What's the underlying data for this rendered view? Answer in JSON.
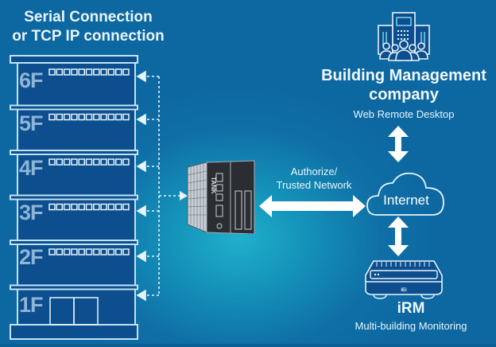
{
  "left_title": {
    "line1": "Serial Connection",
    "line2": "or TCP IP connection"
  },
  "building": {
    "floors": [
      "6F",
      "5F",
      "4F",
      "3F",
      "2F",
      "1F"
    ],
    "window_count_per_floor": 11
  },
  "device": {
    "name": "industrial-pc",
    "brand_label": "TANK"
  },
  "link_label": {
    "line1": "Authorize/",
    "line2": "Trusted Network"
  },
  "cloud": {
    "label": "Internet"
  },
  "bmc": {
    "title_line1": "Building Management",
    "title_line2": "company",
    "subtitle": "Web Remote Desktop"
  },
  "irm": {
    "title": "iRM",
    "subtitle": "Multi-building Monitoring",
    "device_label": "iEi"
  },
  "colors": {
    "building_fill": "#0d4f8e",
    "outline": "#bfe3f5",
    "floor_label": "#8eb4d6",
    "bg_dark": "#0d67a0",
    "bg_glow": "#1fb0cc"
  }
}
